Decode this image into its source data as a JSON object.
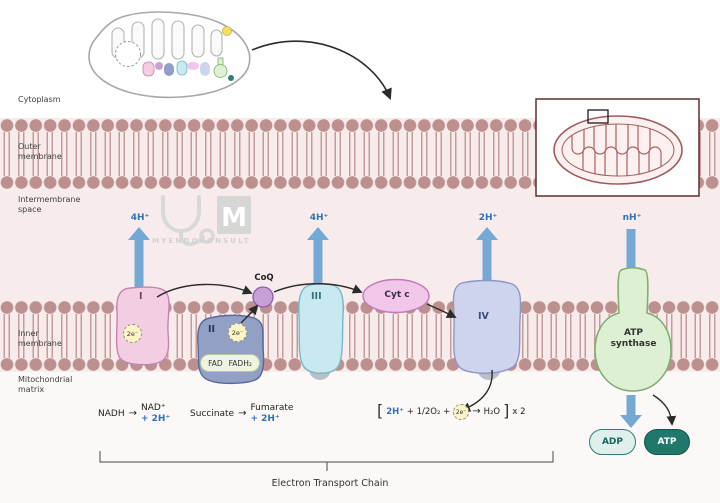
{
  "regions": {
    "cytoplasm": "Cytoplasm",
    "outer_membrane": "Outer membrane",
    "intermembrane_space": "Intermembrane space",
    "inner_membrane": "Inner membrane",
    "mitochondrial_matrix": "Mitochondrial matrix"
  },
  "watermark": {
    "logo_letter": "M",
    "brand": "MYENDOCONSULT"
  },
  "protons": {
    "complex_i": "4H⁺",
    "complex_iii": "4H⁺",
    "complex_iv": "2H⁺",
    "atp_synthase": "nH⁺"
  },
  "complexes": {
    "i": "I",
    "ii": "II",
    "iii": "III",
    "iv": "IV",
    "coq": "CoQ",
    "cyt_c": "Cyt c",
    "atp_synthase": "ATP synthase",
    "fad": "FAD",
    "fadh2": "FADH₂",
    "electrons": "2e⁻"
  },
  "reactions": {
    "nadh": "NADH",
    "arrow": "→",
    "nad": "NAD⁺",
    "nad_h": "+ 2H⁺",
    "succinate": "Succinate",
    "fumarate": "Fumarate",
    "fumarate_h": "+ 2H⁺",
    "bracket_open": "[",
    "water_h": "2H⁺",
    "water_mid": "+ 1/2O₂ +",
    "water_e": "2e⁻",
    "water_product": "H₂O",
    "bracket_close": "]",
    "multiplier": "x 2"
  },
  "molecules": {
    "adp": "ADP",
    "atp": "ATP"
  },
  "caption": "Electron Transport Chain",
  "colors": {
    "proton_text": "#2e73b8",
    "proton_arrow": "#74a9d6",
    "membrane": "#bd9090",
    "complex_i": "#f3cde2",
    "complex_ii": "#92a0c6",
    "complex_iii": "#c9e9f1",
    "complex_iv": "#ced4ee",
    "coq": "#c7a0d8",
    "cyt_c": "#f1c6e8",
    "atp_synthase": "#ddf0d3",
    "electron_circle": "#fdf4c6",
    "adp_fill": "#dff0ec",
    "atp_fill": "#20786c"
  }
}
